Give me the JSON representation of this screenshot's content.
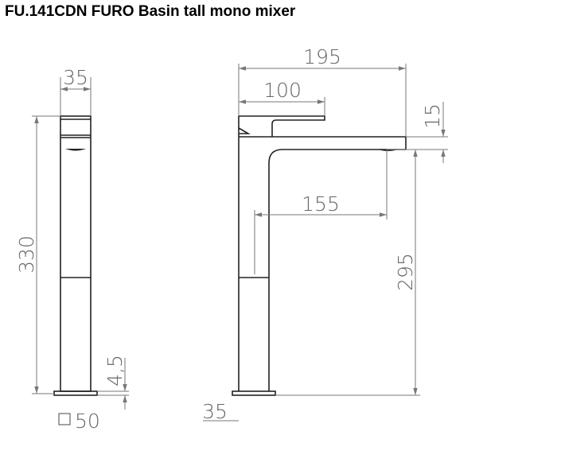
{
  "title": "FU.141CDN FURO Basin tall mono mixer",
  "side_view": {
    "width_label": "35",
    "height_label": "330",
    "base_thickness_label": "4,5",
    "base_size_label": "50"
  },
  "front_view": {
    "spout_reach_label": "195",
    "handle_length_label": "100",
    "spout_height_label": "15",
    "outlet_reach_label": "155",
    "outlet_height_label": "295",
    "body_width_label": "35"
  }
}
